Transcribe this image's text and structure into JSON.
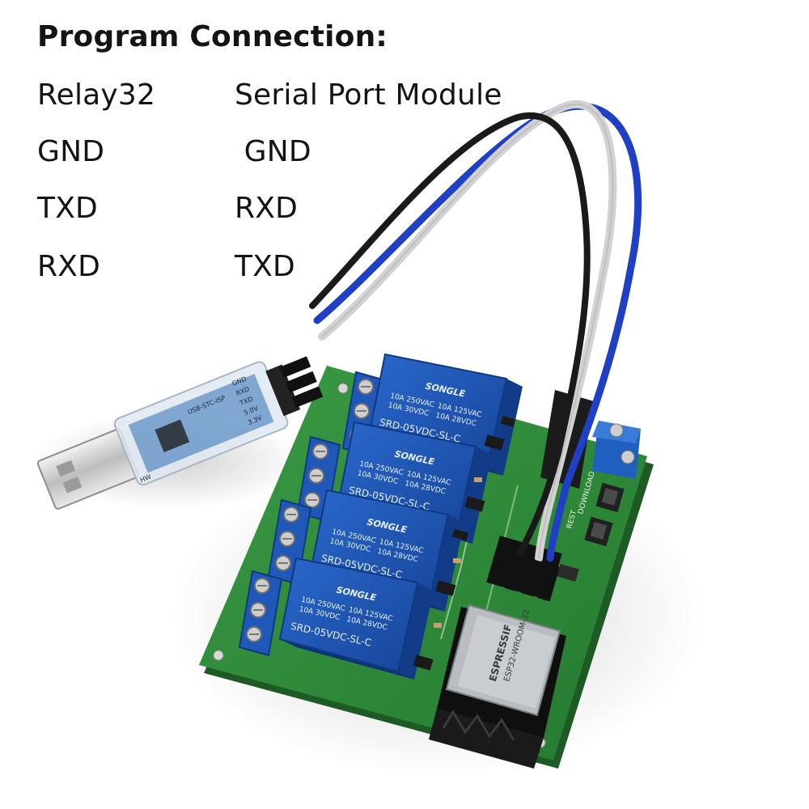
{
  "heading": "Program Connection:",
  "columns": {
    "left": "Relay32",
    "right": "Serial Port Module"
  },
  "pin_map": [
    {
      "relay32": "GND",
      "serial_module": " GND"
    },
    {
      "relay32": "TXD",
      "serial_module": "RXD"
    },
    {
      "relay32": "RXD",
      "serial_module": "TXD"
    }
  ],
  "usb_adapter": {
    "pins": [
      "GND",
      "RXD",
      "TXD",
      "5.0V",
      "3.3V"
    ],
    "model": "USB-STC-ISP",
    "brand": "HW"
  },
  "relays": {
    "brand": "SONGLE",
    "model": "SRD-05VDC-SL-C",
    "rating_lines": [
      "10A 250VAC",
      "10A 125VAC",
      "10A 30VDC",
      "10A 28VDC"
    ]
  },
  "esp_module": {
    "maker": "ESPRESSIF",
    "model": "ESP32-WROOM-32"
  },
  "board_labels": {
    "reset": "REST",
    "download": "DOWNLOAD"
  },
  "colors": {
    "pcb_green": "#2f8c3a",
    "relay_blue": "#1f58b8",
    "wire_blue": "#1f3fc4",
    "wire_black": "#1a1a1a",
    "wire_white": "#d4d4d4"
  }
}
